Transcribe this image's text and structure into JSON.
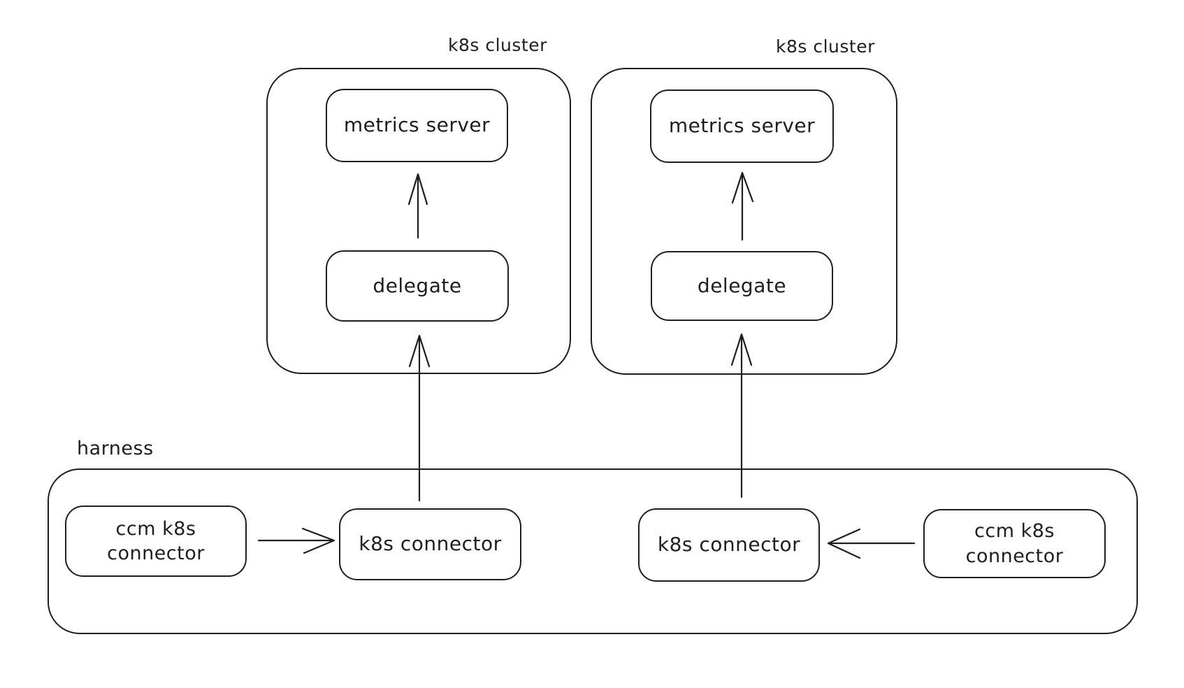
{
  "colors": {
    "stroke": "#1e1e1e",
    "background": "#ffffff"
  },
  "clusters": {
    "left": {
      "label": "k8s cluster",
      "metrics_server": "metrics server",
      "delegate": "delegate"
    },
    "right": {
      "label": "k8s cluster",
      "metrics_server": "metrics server",
      "delegate": "delegate"
    }
  },
  "harness": {
    "label": "harness",
    "ccm_connector_left": {
      "lines": [
        "ccm k8s",
        "connector"
      ]
    },
    "k8s_connector_left": {
      "label": "k8s connector"
    },
    "k8s_connector_right": {
      "label": "k8s connector"
    },
    "ccm_connector_right": {
      "lines": [
        "ccm k8s",
        "connector"
      ]
    }
  }
}
